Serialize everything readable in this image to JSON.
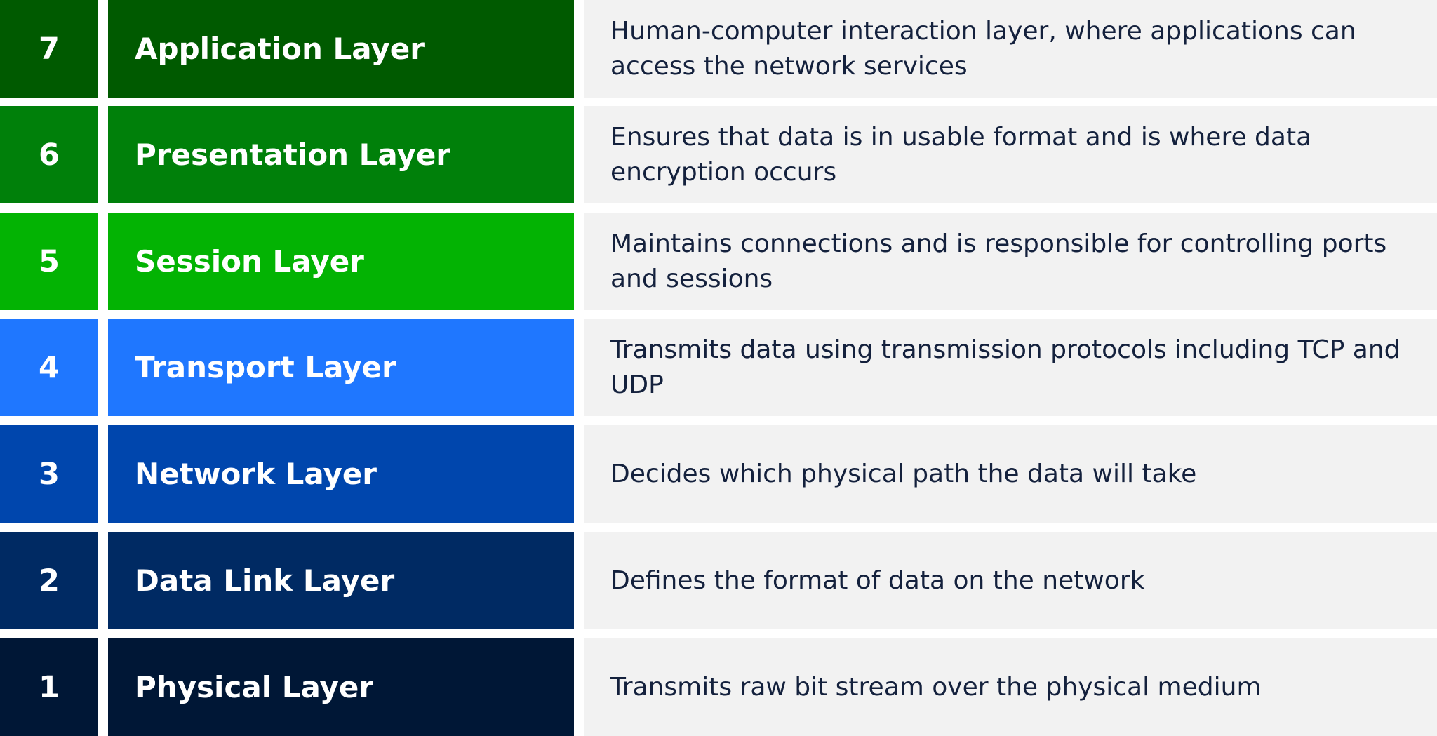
{
  "layers": [
    {
      "number": "7",
      "name": "Application Layer",
      "description": "Human-computer interaction layer, where applications can access the network services",
      "color": "#005a00"
    },
    {
      "number": "6",
      "name": "Presentation Layer",
      "description": "Ensures that data is in usable format and is where data encryption occurs",
      "color": "#00800a"
    },
    {
      "number": "5",
      "name": "Session Layer",
      "description": "Maintains connections and is responsible for controlling ports and sessions",
      "color": "#03b303"
    },
    {
      "number": "4",
      "name": "Transport Layer",
      "description": "Transmits data using transmission protocols including TCP and UDP",
      "color": "#1f77ff"
    },
    {
      "number": "3",
      "name": "Network Layer",
      "description": "Decides which physical path the data will take",
      "color": "#0046ad"
    },
    {
      "number": "2",
      "name": "Data Link Layer",
      "description": "Defines the format of data on the network",
      "color": "#002a63"
    },
    {
      "number": "1",
      "name": "Physical Layer",
      "description": "Transmits raw bit stream over the physical medium",
      "color": "#001736"
    }
  ],
  "description_background": "#f2f2f2",
  "description_text_color": "#14213d"
}
